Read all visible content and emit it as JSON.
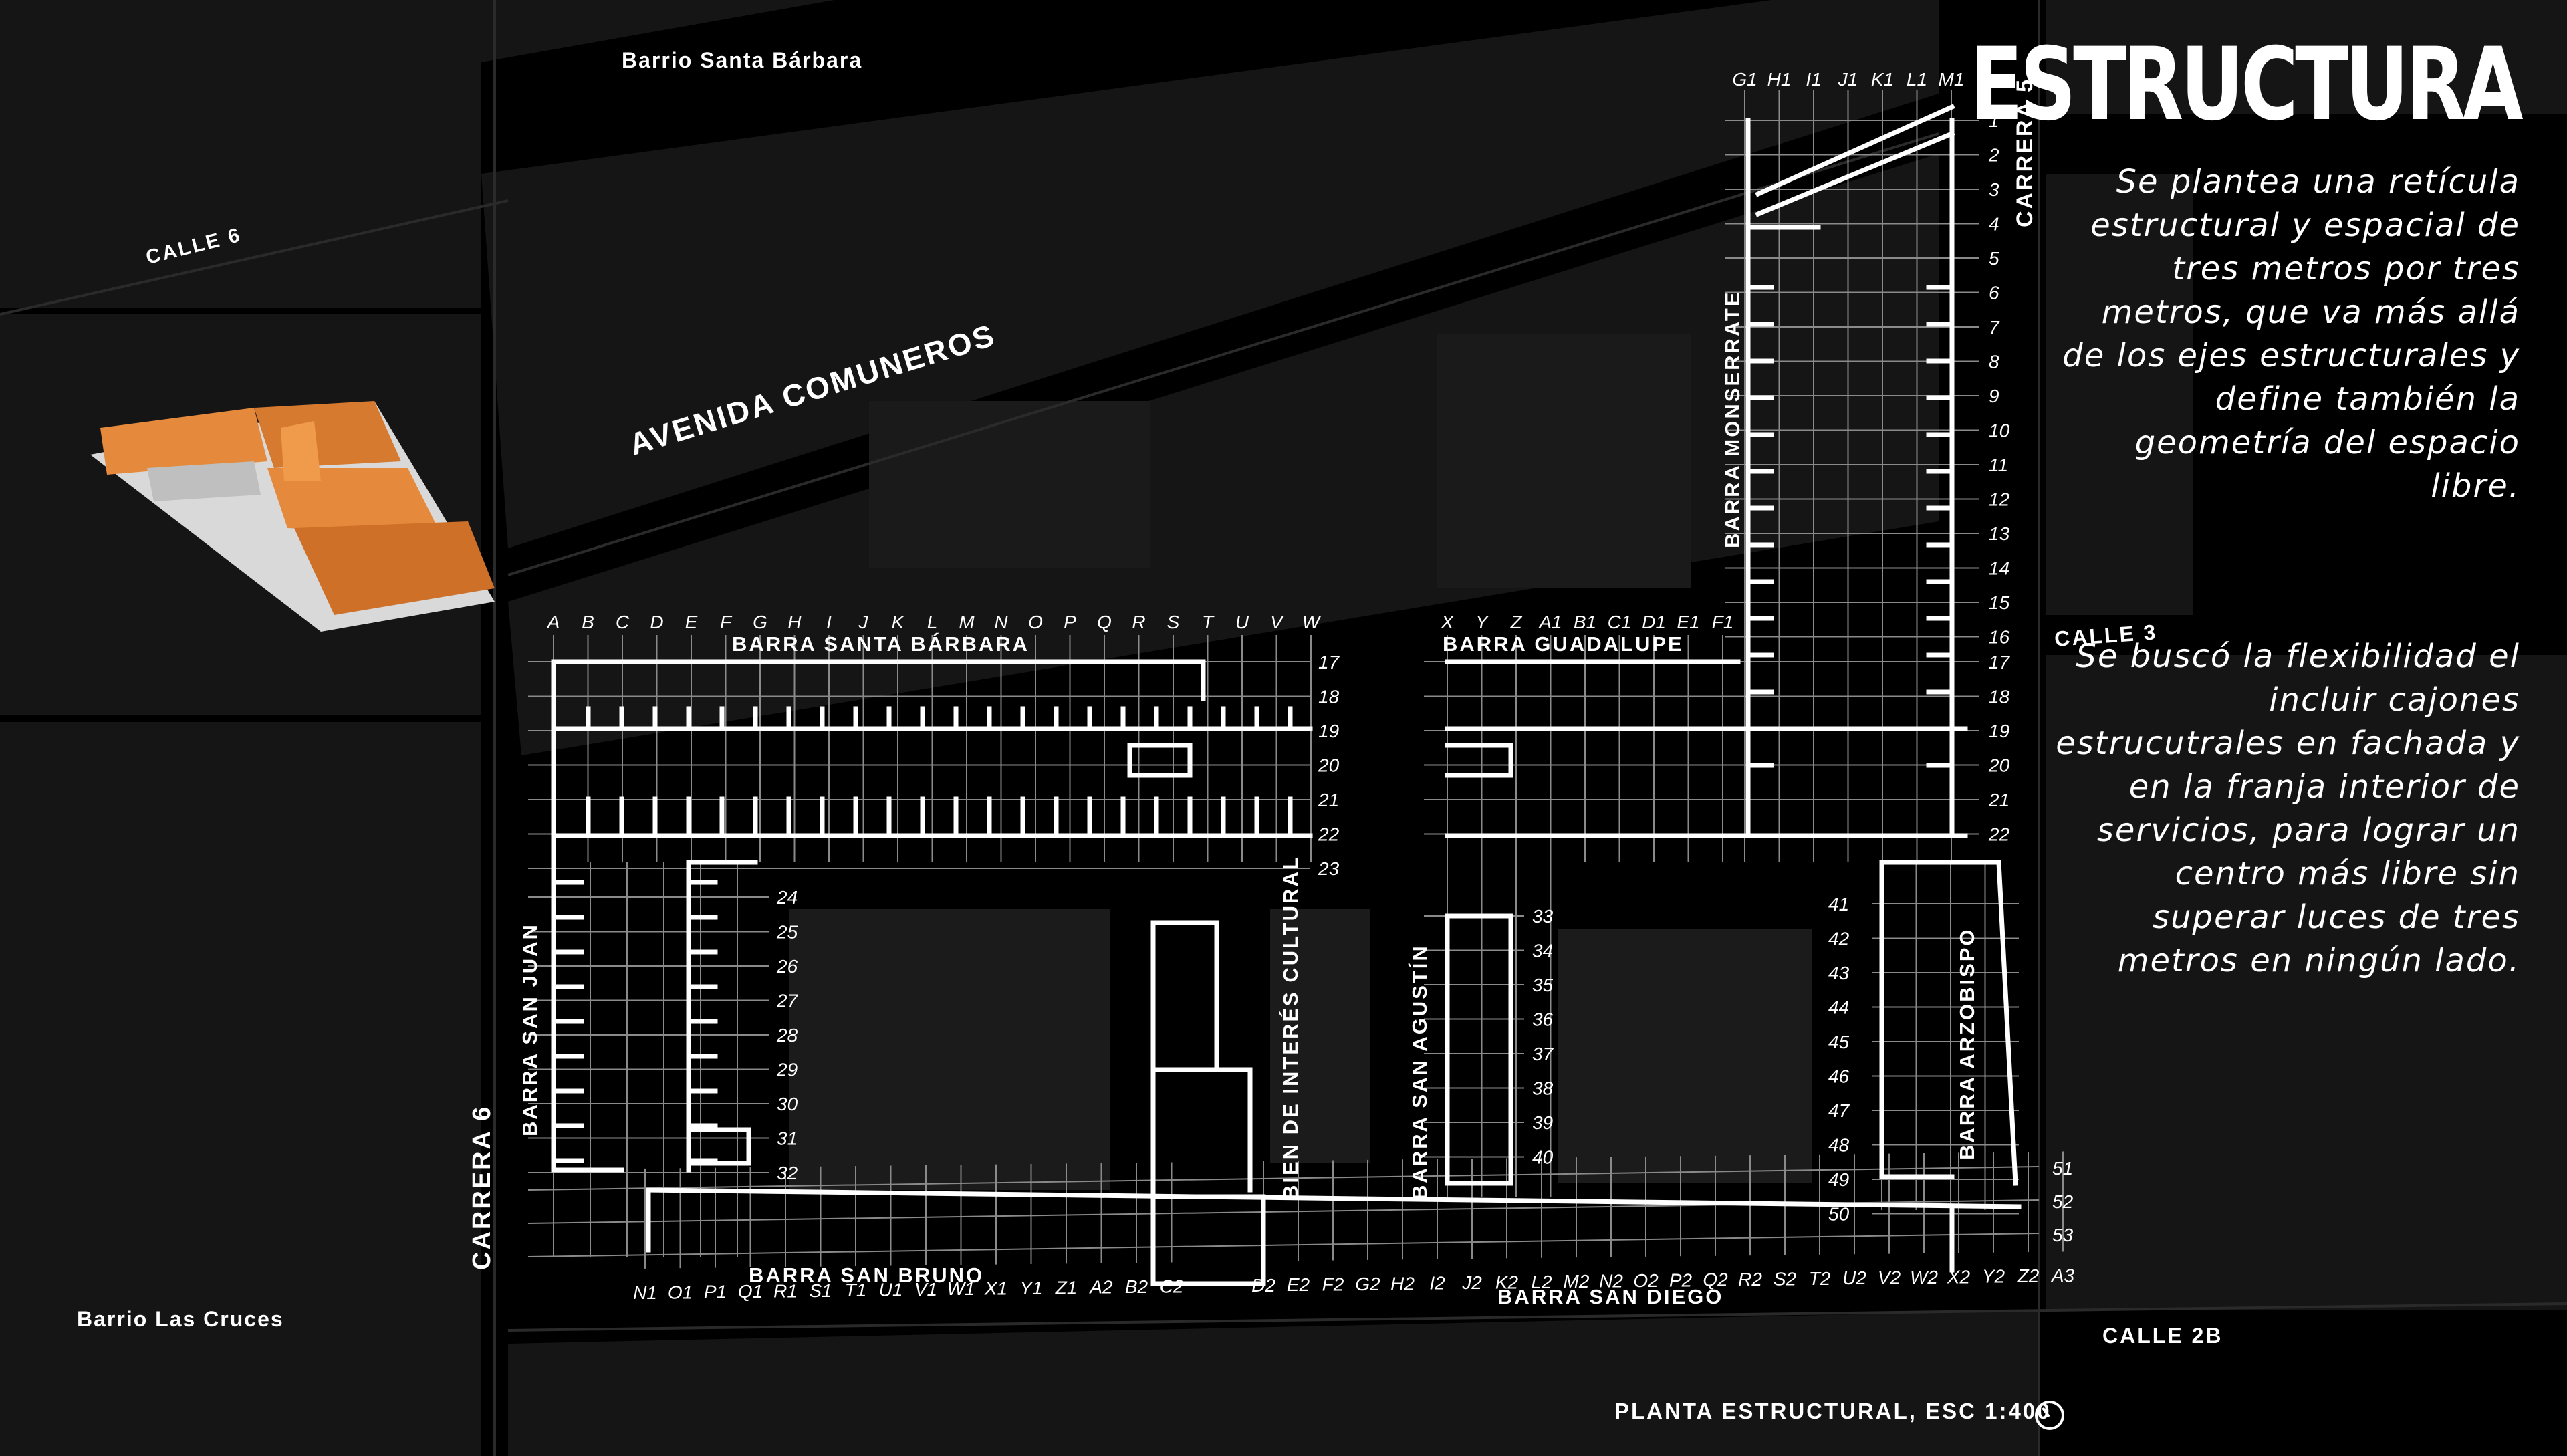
{
  "title": "ESTRUCTURA",
  "paragraph_1": "Se plantea una retícula estructural y espacial de tres metros por tres metros, que va más allá de los ejes estructurales y define también la geometría del espacio libre.",
  "paragraph_2": "Se buscó la flexibilidad el incluir cajones estrucutrales en fachada y en la franja interior de servicios, para lograr un centro más libre sin superar luces de tres metros en ningún lado.",
  "scale_label": "PLANTA ESTRUCTURAL, ESC 1:400",
  "street_labels": {
    "barrio_santa_barbara": "Barrio Santa Bárbara",
    "calle_6": "CALLE 6",
    "avenida_comuneros": "AVENIDA COMUNEROS",
    "carrera_5": "CARRERA 5",
    "calle_3": "CALLE 3",
    "carrera_6": "CARRERA 6",
    "barrio_las_cruces": "Barrio Las Cruces",
    "calle_2b": "CALLE 2B"
  },
  "bar_labels": {
    "santa_barbara": "BARRA SANTA BÁRBARA",
    "guadalupe": "BARRA GUADALUPE",
    "monserrate": "BARRA MONSERRATE",
    "san_juan": "BARRA SAN JUAN",
    "san_agustin": "BARRA SAN AGUSTÍN",
    "bien_interes": "BIEN DE INTERÉS CULTURAL",
    "arzobispo": "BARRA ARZOBISPO",
    "san_bruno": "BARRA SAN BRUNO",
    "san_diego": "BARRA SAN DIEGO"
  },
  "grid_axes": {
    "top_west": [
      "A",
      "B",
      "C",
      "D",
      "E",
      "F",
      "G",
      "H",
      "I",
      "J",
      "K",
      "L",
      "M",
      "N",
      "O",
      "P",
      "Q",
      "R",
      "S",
      "T",
      "U",
      "V",
      "W"
    ],
    "top_middle": [
      "X",
      "Y",
      "Z",
      "A1",
      "B1",
      "C1",
      "D1",
      "E1",
      "F1"
    ],
    "top_east": [
      "G1",
      "H1",
      "I1",
      "J1",
      "K1",
      "L1",
      "M1"
    ],
    "rows_east": [
      "1",
      "2",
      "3",
      "4",
      "5",
      "6",
      "7",
      "8",
      "9",
      "10",
      "11",
      "12",
      "13",
      "14",
      "15",
      "16"
    ],
    "rows_upper": [
      "17",
      "18",
      "19",
      "20",
      "21",
      "22"
    ],
    "row_23": "23",
    "rows_west": [
      "24",
      "25",
      "26",
      "27",
      "28",
      "29",
      "30",
      "31",
      "32"
    ],
    "rows_middle": [
      "33",
      "34",
      "35",
      "36",
      "37",
      "38",
      "39",
      "40"
    ],
    "rows_arzobispo": [
      "41",
      "42",
      "43",
      "44",
      "45",
      "46",
      "47",
      "48",
      "49",
      "50"
    ],
    "rows_bottom": [
      "51",
      "52",
      "53"
    ],
    "bottom_west": [
      "N1",
      "O1",
      "P1",
      "Q1",
      "R1",
      "S1",
      "T1",
      "U1",
      "V1",
      "W1",
      "X1",
      "Y1",
      "Z1",
      "A2",
      "B2",
      "C2"
    ],
    "bottom_east": [
      "D2",
      "E2",
      "F2",
      "G2",
      "H2",
      "I2",
      "J2",
      "K2",
      "L2",
      "M2",
      "N2",
      "O2",
      "P2",
      "Q2",
      "R2",
      "S2",
      "T2",
      "U2",
      "V2",
      "W2",
      "X2",
      "Y2",
      "Z2",
      "A3"
    ]
  },
  "colors": {
    "background": "#000000",
    "base_map": "#161616",
    "base_map_light": "#1c1c1c",
    "linework": "#ffffff",
    "grid": "#8a8a8a",
    "model": "#e58a3c"
  }
}
